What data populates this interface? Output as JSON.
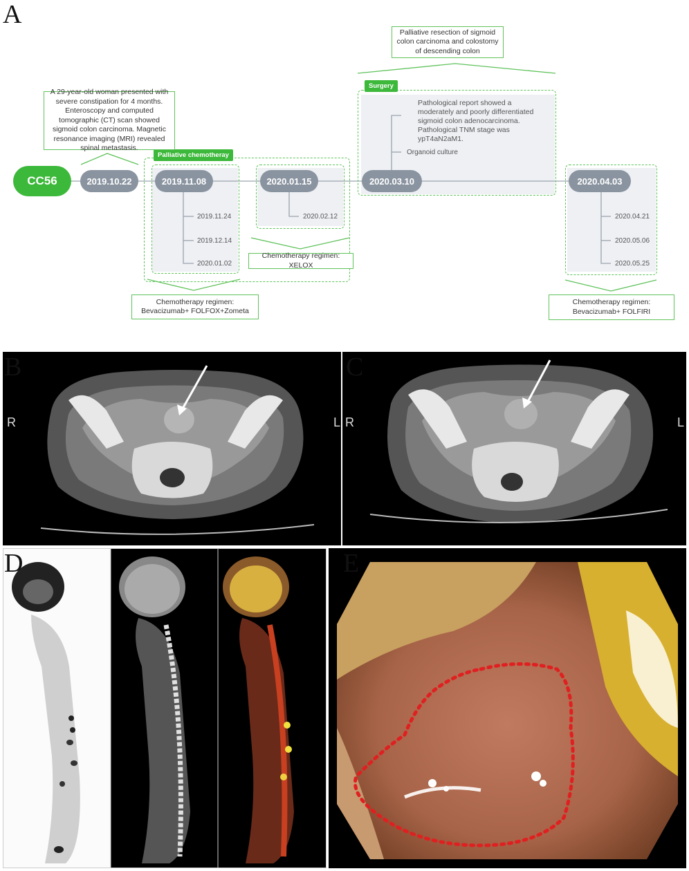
{
  "panels": {
    "a": "A",
    "b": "B",
    "c": "C",
    "d": "D",
    "e": "E"
  },
  "timeline": {
    "root": "CC56",
    "dates": [
      "2019.10.22",
      "2019.11.08",
      "2020.01.15",
      "2020.03.10",
      "2020.04.03"
    ],
    "sub_dates_1": [
      "2019.11.24",
      "2019.12.14",
      "2020.01.02"
    ],
    "sub_dates_2": [
      "2020.02.12"
    ],
    "sub_dates_4": [
      "2020.04.21",
      "2020.05.06",
      "2020.05.25"
    ],
    "tag_palliative": "Palliative chemotheray",
    "tag_surgery": "Surgery",
    "note_presentation": "A 29-year-old woman presented with severe constipation for 4 months. Enteroscopy and computed tomographic (CT) scan showed sigmoid colon carcinoma. Magnetic resonance imaging (MRI) revealed spinal metastasis.",
    "note_surgery": "Palliative resection of sigmoid colon carcinoma and colostomy of descending colon",
    "pathology": "Pathological report showed a moderately and poorly differentiated sigmoid colon adenocarcinoma. Pathological TNM stage was ypT4aN2aM1.",
    "organoid": "Organoid culture",
    "regimen_1": "Chemotherapy regimen:  Bevacizumab+ FOLFOX+Zometa",
    "regimen_2": "Chemotherapy regimen: XELOX",
    "regimen_3": "Chemotherapy regimen: Bevacizumab+ FOLFIRI"
  },
  "ct_labels": {
    "b_left": "R",
    "b_right": "L",
    "c_left": "R",
    "c_right": "L"
  },
  "colors": {
    "green": "#3cb83a",
    "node_gray": "#8a94a0",
    "line": "#9aa3ad",
    "dots": "#e02020"
  }
}
